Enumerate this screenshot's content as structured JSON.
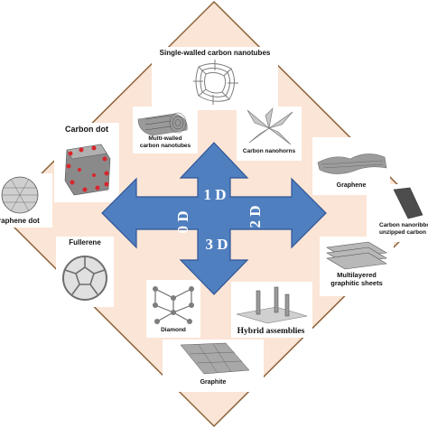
{
  "colors": {
    "diamond_fill": "#fbe5d6",
    "diamond_border": "#8c6239",
    "arrow_fill": "#4f7fbf",
    "arrow_stroke": "#2f5597",
    "arrow_text": "#ffffff",
    "structure_gray": "#8a8a8a",
    "atom_red": "#d9262c"
  },
  "center": {
    "label_0d": "0 D",
    "label_1d": "1 D",
    "label_2d": "2 D",
    "label_3d": "3 D"
  },
  "items": {
    "swcnt": "Single-walled carbon nanotubes",
    "mwcnt_line1": "Multi-walled",
    "mwcnt_line2": "carbon nanotubes",
    "nanohorns": "Carbon nanohorns",
    "carbon_dot": "Carbon dot",
    "graphene_dot": "raphene dot",
    "fullerene": "Fullerene",
    "graphene": "Graphene",
    "nanoribbon_line1": "Carbon nanoribbo",
    "nanoribbon_line2": "unzipped carbon nan",
    "multilayer_line1": "Multilayered",
    "multilayer_line2": "graphitic sheets",
    "diamond": "Diamond",
    "hybrid": "Hybrid assemblies",
    "graphite": "Graphite"
  }
}
